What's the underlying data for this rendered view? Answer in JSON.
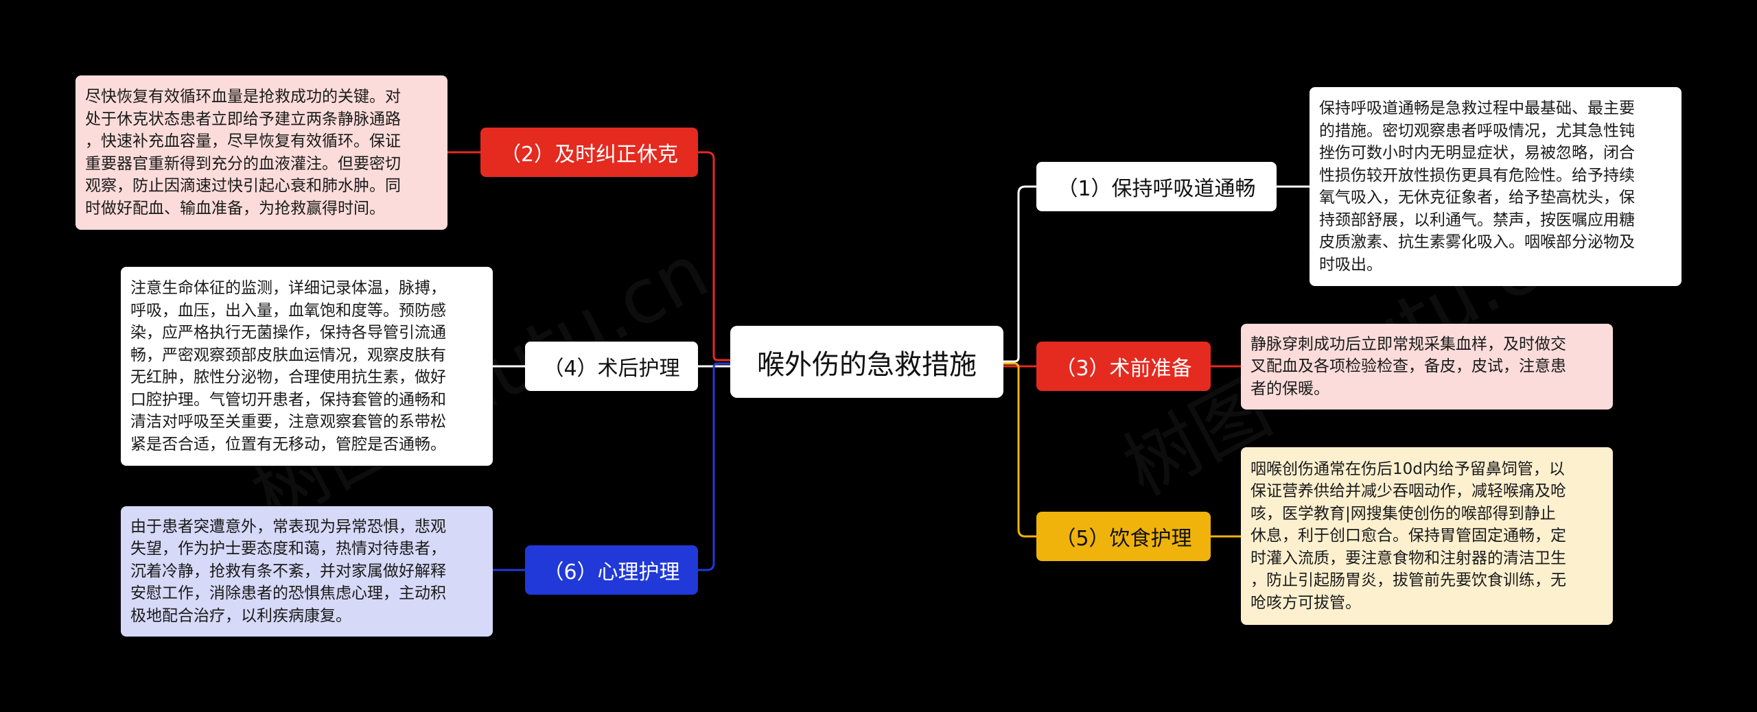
{
  "diagram": {
    "root": "喉外伤的急救措施",
    "colors": {
      "red": "#e52a20",
      "white": "#ffffff",
      "blue": "#2139d8",
      "gold": "#efb30c",
      "pink_note": "#fbdcda",
      "lavender_note": "#d6d9f7",
      "cream_note": "#fdf0cf"
    },
    "branches": [
      {
        "label": "（1）保持呼吸道通畅",
        "lines": [
          "保持呼吸道通畅是急救过程中最基础、最主要",
          "的措施。密切观察患者呼吸情况，尤其急性钝",
          "挫伤可数小时内无明显症状，易被忽略，闭合",
          "性损伤较开放性损伤更具有危险性。给予持续",
          "氧气吸入，无休克征象者，给予垫高枕头，保",
          "持颈部舒展，以利通气。禁声，按医嘱应用糖",
          "皮质激素、抗生素雾化吸入。咽喉部分泌物及",
          "时吸出。"
        ]
      },
      {
        "label": "（2）及时纠正休克",
        "lines": [
          "尽快恢复有效循环血量是抢救成功的关键。对",
          "处于休克状态患者立即给予建立两条静脉通路",
          "，快速补充血容量，尽早恢复有效循环。保证",
          "重要器官重新得到充分的血液灌注。但要密切",
          "观察，防止因滴速过快引起心衰和肺水肿。同",
          "时做好配血、输血准备，为抢救赢得时间。"
        ]
      },
      {
        "label": "（3）术前准备",
        "lines": [
          "静脉穿刺成功后立即常规采集血样，及时做交",
          "叉配血及各项检验检查，备皮，皮试，注意患",
          "者的保暖。"
        ]
      },
      {
        "label": "（4）术后护理",
        "lines": [
          "注意生命体征的监测，详细记录体温，脉搏，",
          "呼吸，血压，出入量，血氧饱和度等。预防感",
          "染，应严格执行无菌操作，保持各导管引流通",
          "畅，严密观察颈部皮肤血运情况，观察皮肤有",
          "无红肿，脓性分泌物，合理使用抗生素，做好",
          "口腔护理。气管切开患者，保持套管的通畅和",
          "清洁对呼吸至关重要，注意观察套管的系带松",
          "紧是否合适，位置有无移动，管腔是否通畅。"
        ]
      },
      {
        "label": "（5）饮食护理",
        "lines": [
          "咽喉创伤通常在伤后10d内给予留鼻饲管，以",
          "保证营养供给并减少吞咽动作，减轻喉痛及呛",
          "咳，医学教育|网搜集使创伤的喉部得到静止",
          "休息，利于创口愈合。保持胃管固定通畅，定",
          "时灌入流质，要注意食物和注射器的清洁卫生",
          "，防止引起肠胃炎，拔管前先要饮食训练，无",
          "呛咳方可拔管。"
        ]
      },
      {
        "label": "（6）心理护理",
        "lines": [
          "由于患者突遭意外，常表现为异常恐惧，悲观",
          "失望，作为护士要态度和蔼，热情对待患者，",
          "沉着冷静，抢救有条不紊，并对家属做好解释",
          "安慰工作，消除患者的恐惧焦虑心理，主动积",
          "极地配合治疗，以利疾病康复。"
        ]
      }
    ]
  }
}
